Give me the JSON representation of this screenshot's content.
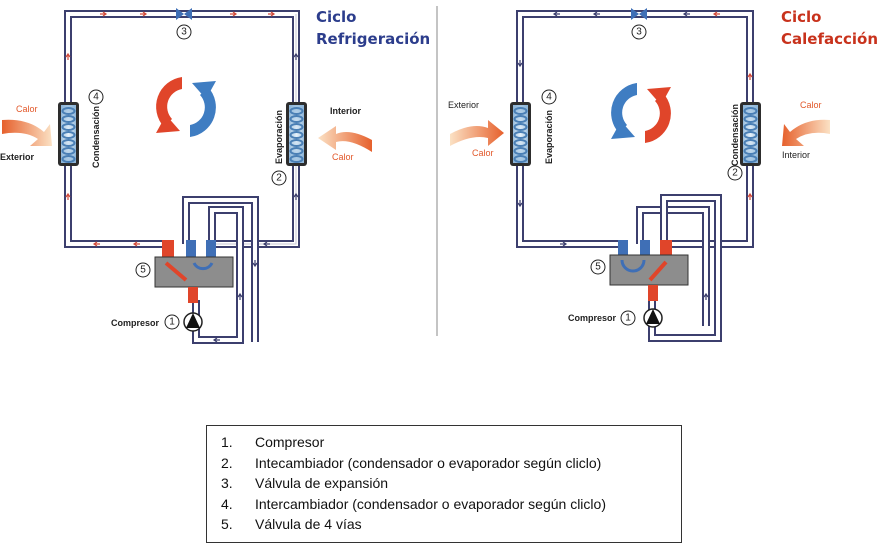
{
  "cycles": [
    {
      "title_line1": "Ciclo",
      "title_line2": "Refrigeración",
      "title_color": "#2c3d8c",
      "coil_left_label": "Condensación",
      "coil_right_label": "Evaporación",
      "left_side": {
        "heat": "Calor",
        "place": "Exterior"
      },
      "right_side": {
        "place": "Interior",
        "heat": "Calor"
      },
      "compressor_label": "Compresor",
      "numbers": {
        "compressor": "1",
        "right_coil": "2",
        "valve": "3",
        "left_coil": "4",
        "four_way": "5"
      }
    },
    {
      "title_line1": "Ciclo",
      "title_line2": "Calefacción",
      "title_color": "#c8321c",
      "coil_left_label": "Evaporación",
      "coil_right_label": "Condensación",
      "left_side": {
        "place": "Exterior",
        "heat": "Calor"
      },
      "right_side": {
        "heat": "Calor",
        "place": "Interior"
      },
      "compressor_label": "Compresor",
      "numbers": {
        "compressor": "1",
        "right_coil": "2",
        "valve": "3",
        "left_coil": "4",
        "four_way": "5"
      }
    }
  ],
  "colors": {
    "pipe": "#3c3f6e",
    "hot": "#e0452a",
    "cold": "#3f6fb6",
    "heat_arrow": "#e8763a",
    "valve_box": "#8d8d8d"
  },
  "legend": {
    "items": [
      {
        "n": "1.",
        "text": "Compresor"
      },
      {
        "n": "2.",
        "text": "Intecambiador (condensador o evaporador según cliclo)"
      },
      {
        "n": "3.",
        "text": "Válvula de expansión"
      },
      {
        "n": "4.",
        "text": "Intercambiador (condensador o evaporador según cliclo)"
      },
      {
        "n": "5.",
        "text": "Válvula de 4 vías"
      }
    ]
  }
}
